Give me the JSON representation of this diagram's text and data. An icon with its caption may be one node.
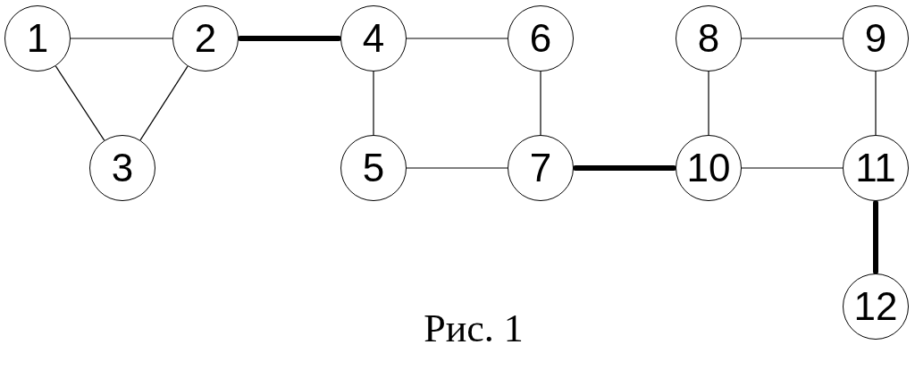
{
  "diagram": {
    "caption": "Рис. 1",
    "nodes": [
      {
        "text": [
          "1"
        ]
      },
      {
        "text": [
          "2"
        ]
      },
      {
        "text": [
          "3"
        ]
      },
      {
        "text": [
          "4"
        ]
      },
      {
        "text": [
          "5"
        ]
      },
      {
        "text": [
          "6"
        ]
      },
      {
        "text": [
          "7"
        ]
      },
      {
        "text": [
          "8"
        ]
      },
      {
        "text": [
          "9"
        ]
      },
      {
        "text": [
          "10"
        ]
      },
      {
        "text": [
          "11"
        ]
      },
      {
        "text": [
          "12"
        ]
      }
    ],
    "edges": [
      {
        "from": 0,
        "to": 1,
        "arrow": "none"
      },
      {
        "from": 0,
        "to": 2,
        "arrow": "none"
      },
      {
        "from": 1,
        "to": 2,
        "arrow": "none"
      },
      {
        "from": 1,
        "to": 3,
        "arrow": "none",
        "style": "thick"
      },
      {
        "from": 3,
        "to": 5,
        "arrow": "none"
      },
      {
        "from": 3,
        "to": 4,
        "arrow": "none"
      },
      {
        "from": 5,
        "to": 6,
        "arrow": "none"
      },
      {
        "from": 4,
        "to": 6,
        "arrow": "none"
      },
      {
        "from": 6,
        "to": 9,
        "arrow": "none",
        "style": "thick"
      },
      {
        "from": 7,
        "to": 8,
        "arrow": "none"
      },
      {
        "from": 7,
        "to": 9,
        "arrow": "none"
      },
      {
        "from": 8,
        "to": 10,
        "arrow": "none"
      },
      {
        "from": 9,
        "to": 10,
        "arrow": "none"
      },
      {
        "from": 10,
        "to": 11,
        "arrow": "none",
        "style": "thick"
      }
    ]
  }
}
